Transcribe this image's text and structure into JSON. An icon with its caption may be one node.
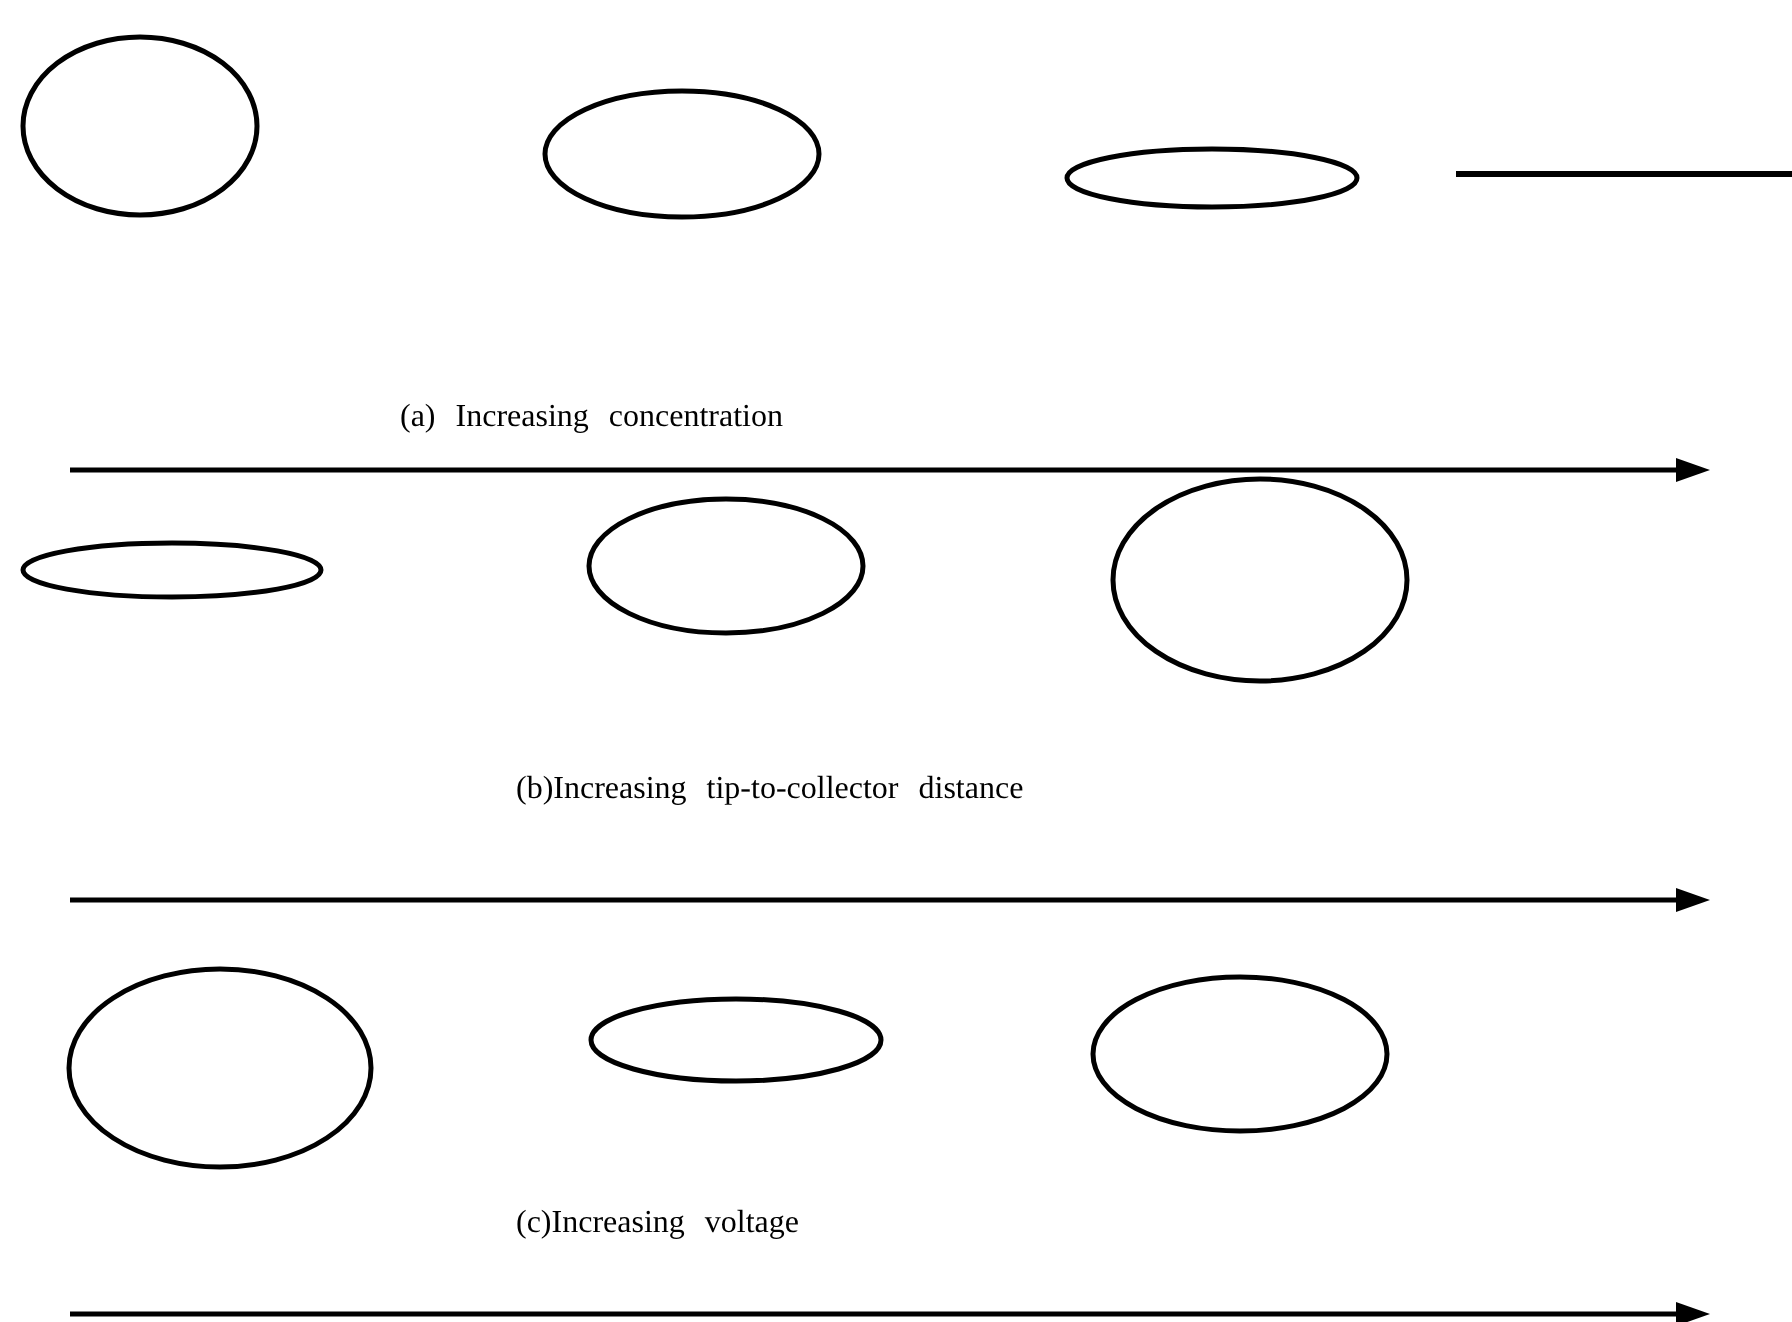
{
  "diagram": {
    "nodes": [
      {
        "text": [],
        "shape": "ellipse"
      },
      {
        "text": [],
        "shape": "ellipse"
      },
      {
        "text": [],
        "shape": "ellipse"
      },
      {
        "text": [],
        "shape": "ellipse"
      },
      {
        "text": [],
        "shape": "ellipse"
      },
      {
        "text": [],
        "shape": "ellipse"
      },
      {
        "text": [],
        "shape": "ellipse"
      },
      {
        "text": [],
        "shape": "ellipse"
      },
      {
        "text": [],
        "shape": "ellipse"
      }
    ],
    "labels": [
      "(a) Increasing concentration",
      "(b)Increasing tip-to-collector distance",
      "(c)Increasing voltage"
    ]
  }
}
